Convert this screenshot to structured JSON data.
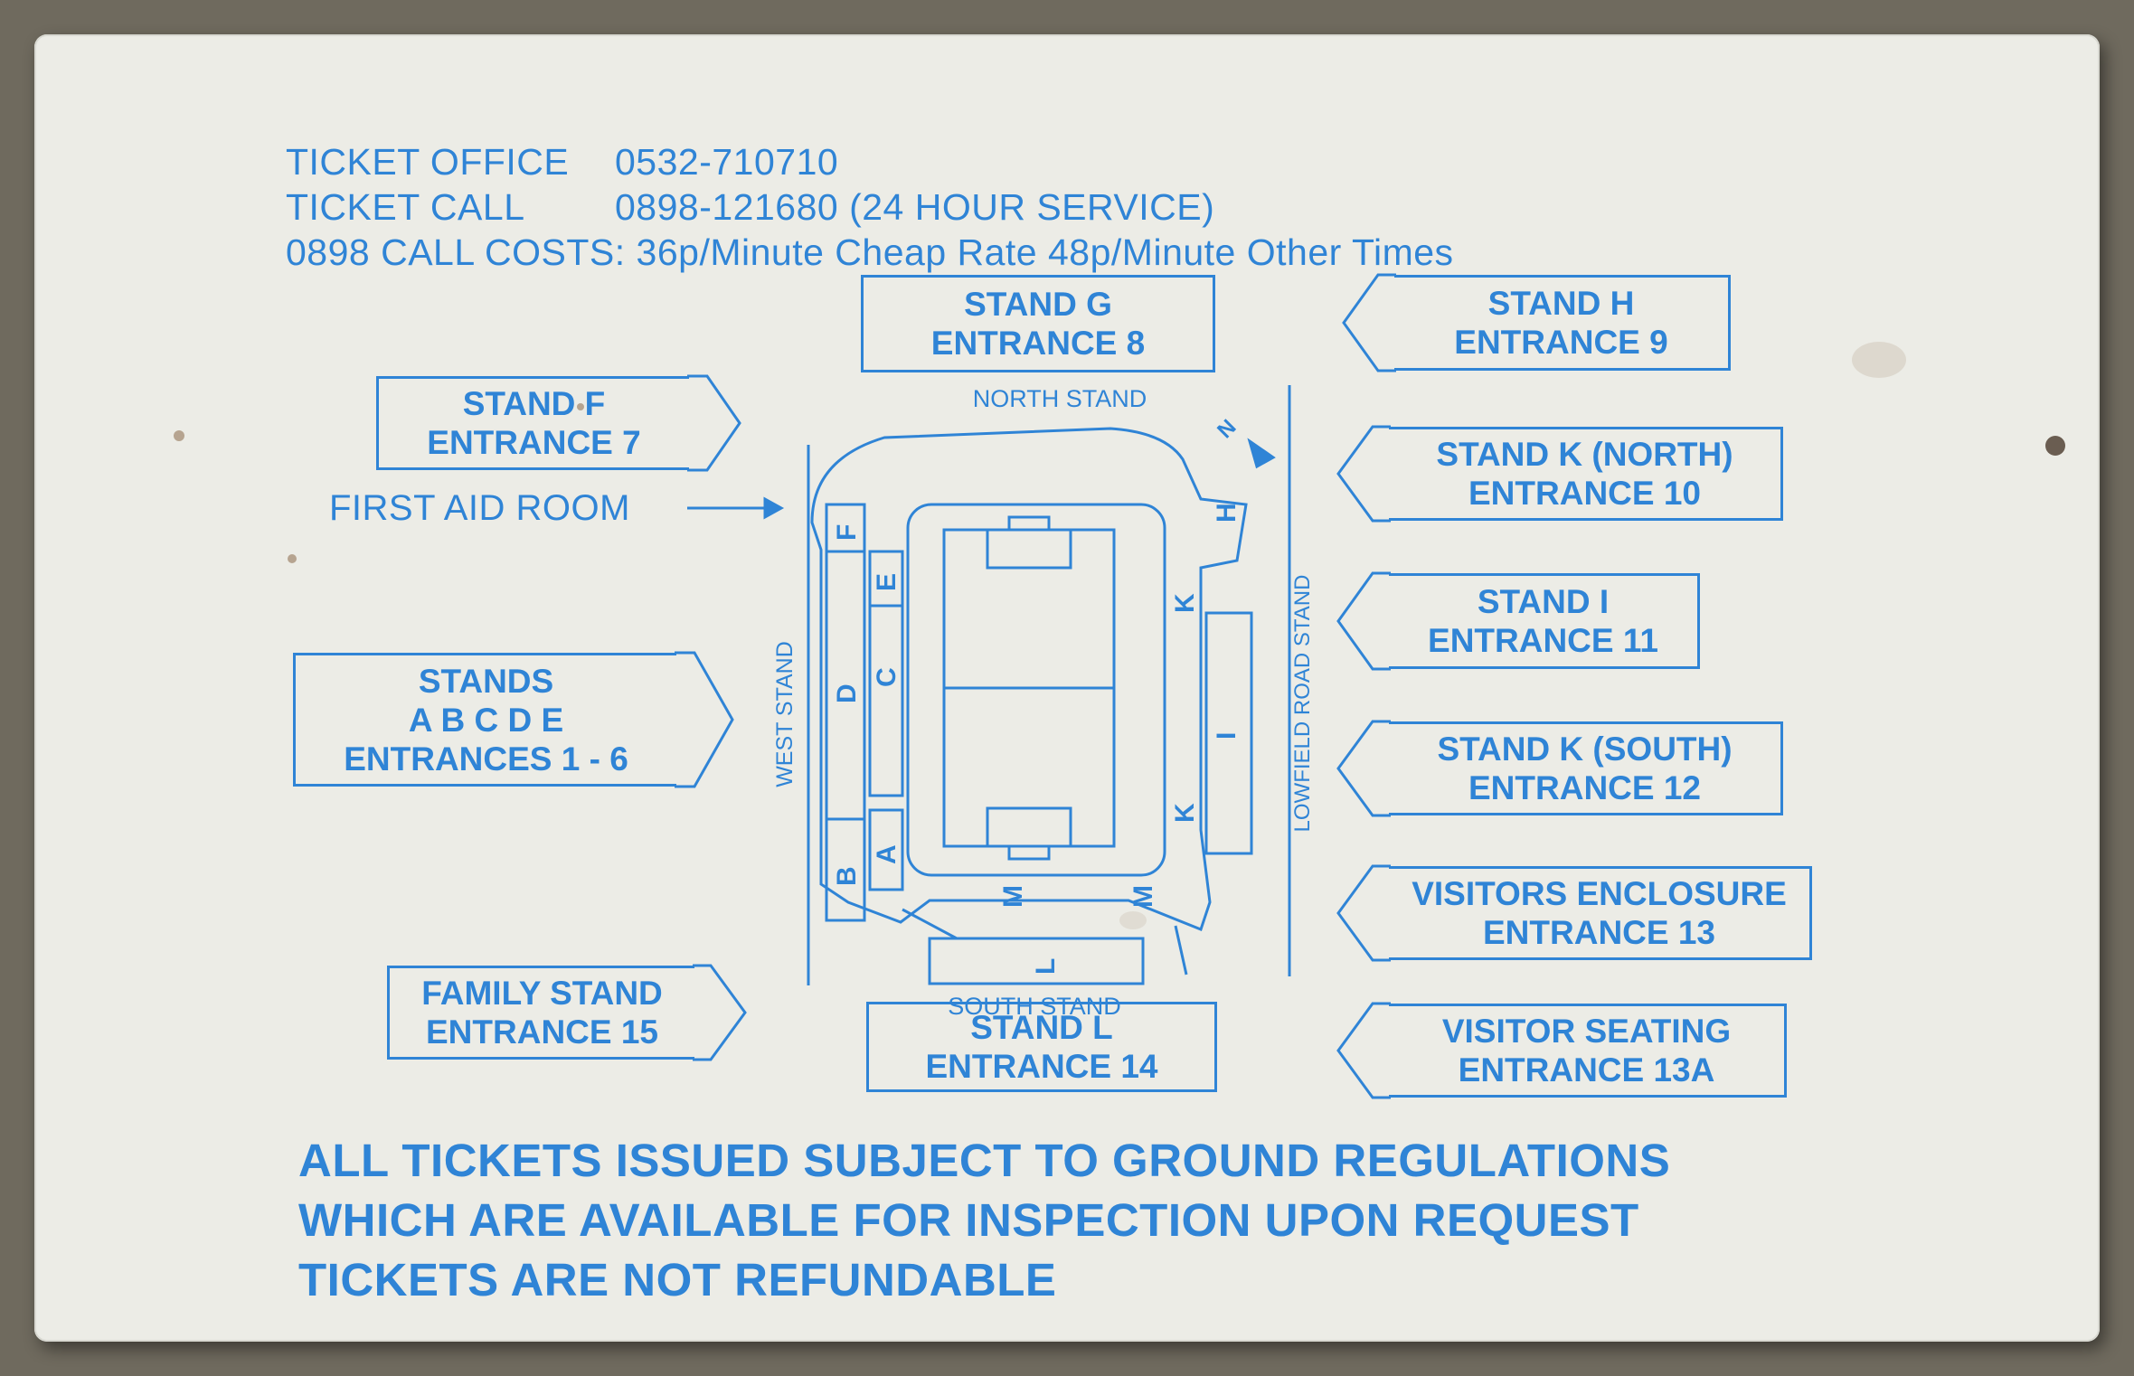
{
  "header": {
    "office_label": "TICKET OFFICE",
    "office_number": "0532-710710",
    "call_label": "TICKET CALL",
    "call_number": "0898-121680 (24 HOUR SERVICE)",
    "costs": "0898 CALL COSTS: 36p/Minute Cheap Rate  48p/Minute Other Times"
  },
  "entrances": {
    "g": {
      "line1": "STAND G",
      "line2": "ENTRANCE 8"
    },
    "h": {
      "line1": "STAND H",
      "line2": "ENTRANCE 9"
    },
    "f": {
      "line1": "STAND F",
      "line2": "ENTRANCE 7"
    },
    "k_north": {
      "line1": "STAND K (NORTH)",
      "line2": "ENTRANCE 10"
    },
    "i": {
      "line1": "STAND I",
      "line2": "ENTRANCE 11"
    },
    "abcde": {
      "line1": "STANDS",
      "line2": "A B C D E",
      "line3": "ENTRANCES 1 - 6"
    },
    "k_south": {
      "line1": "STAND K (SOUTH)",
      "line2": "ENTRANCE 12"
    },
    "visitors_enclosure": {
      "line1": "VISITORS ENCLOSURE",
      "line2": "ENTRANCE 13"
    },
    "family": {
      "line1": "FAMILY STAND",
      "line2": "ENTRANCE 15"
    },
    "l": {
      "line1": "STAND L",
      "line2": "ENTRANCE 14"
    },
    "visitor_seating": {
      "line1": "VISITOR SEATING",
      "line2": "ENTRANCE 13A"
    }
  },
  "first_aid": "FIRST AID ROOM",
  "map": {
    "north_stand": "NORTH STAND",
    "south_stand": "SOUTH STAND",
    "west_stand": "WEST STAND",
    "east_stand": "LOWFIELD ROAD STAND",
    "north_marker": "N",
    "letters": {
      "a": "A",
      "b": "B",
      "c": "C",
      "d": "D",
      "e": "E",
      "f": "F",
      "h": "H",
      "i": "I",
      "k": "K",
      "l": "L",
      "m": "M"
    }
  },
  "footer": {
    "line1": "ALL TICKETS ISSUED SUBJECT TO GROUND REGULATIONS",
    "line2": "WHICH ARE AVAILABLE FOR INSPECTION UPON REQUEST",
    "line3": "TICKETS ARE NOT REFUNDABLE"
  },
  "colors": {
    "ink": "#2f84d6",
    "card": "#ecece6",
    "background": "#6f6a5e"
  }
}
